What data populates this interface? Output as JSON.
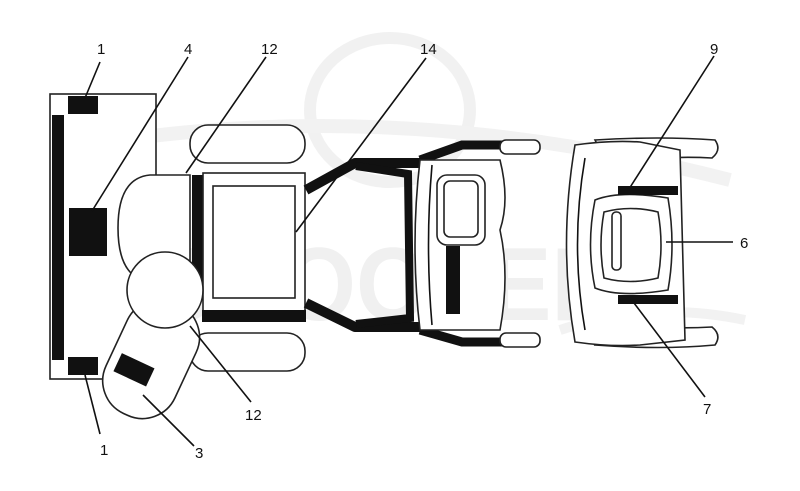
{
  "watermark": {
    "text": "SCOOTER",
    "color": "#e6e6e6"
  },
  "colors": {
    "ink": "#111111",
    "outline": "#222222",
    "paper": "#ffffff"
  },
  "callouts": {
    "c1_top": "1",
    "c4": "4",
    "c12_top": "12",
    "c14": "14",
    "c9": "9",
    "c6": "6",
    "c7": "7",
    "c12_bottom": "12",
    "c1_bottom": "1",
    "c3": "3"
  }
}
